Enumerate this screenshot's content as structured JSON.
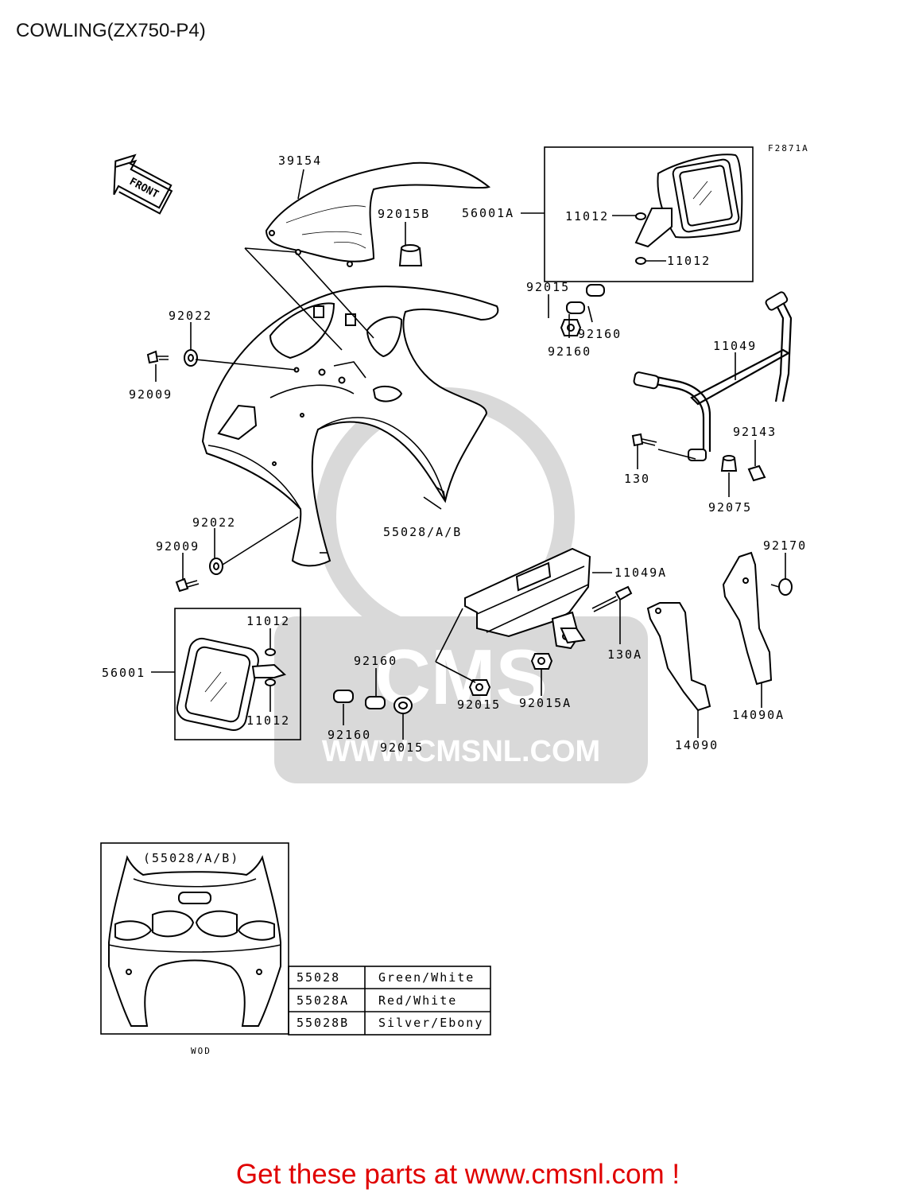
{
  "title": "COWLING(ZX750-P4)",
  "figure_code": "F2871A",
  "front_arrow": "FRONT",
  "watermark": {
    "logo_text": "CMS",
    "url": "WWW.CMSNL.COM"
  },
  "promo": "Get these parts at www.cmsnl.com !",
  "inset_caption": "(55028/A/B)",
  "inset_footer": "WOD",
  "colors": {
    "promo": "#e00000",
    "watermark": "#d9d9d9",
    "line": "#000000"
  },
  "part_labels": [
    "39154",
    "92015B",
    "56001A",
    "11012",
    "11012",
    "92015",
    "92160",
    "92160",
    "92022",
    "92009",
    "11049",
    "92143",
    "130",
    "92075",
    "55028/A/B",
    "92022",
    "92009",
    "92170",
    "11049A",
    "130A",
    "11012",
    "56001",
    "11012",
    "92160",
    "92160",
    "92015",
    "92015",
    "92015A",
    "14090",
    "14090A"
  ],
  "color_table": [
    {
      "part": "55028",
      "color": "Green/White"
    },
    {
      "part": "55028A",
      "color": "Red/White"
    },
    {
      "part": "55028B",
      "color": "Silver/Ebony"
    }
  ]
}
